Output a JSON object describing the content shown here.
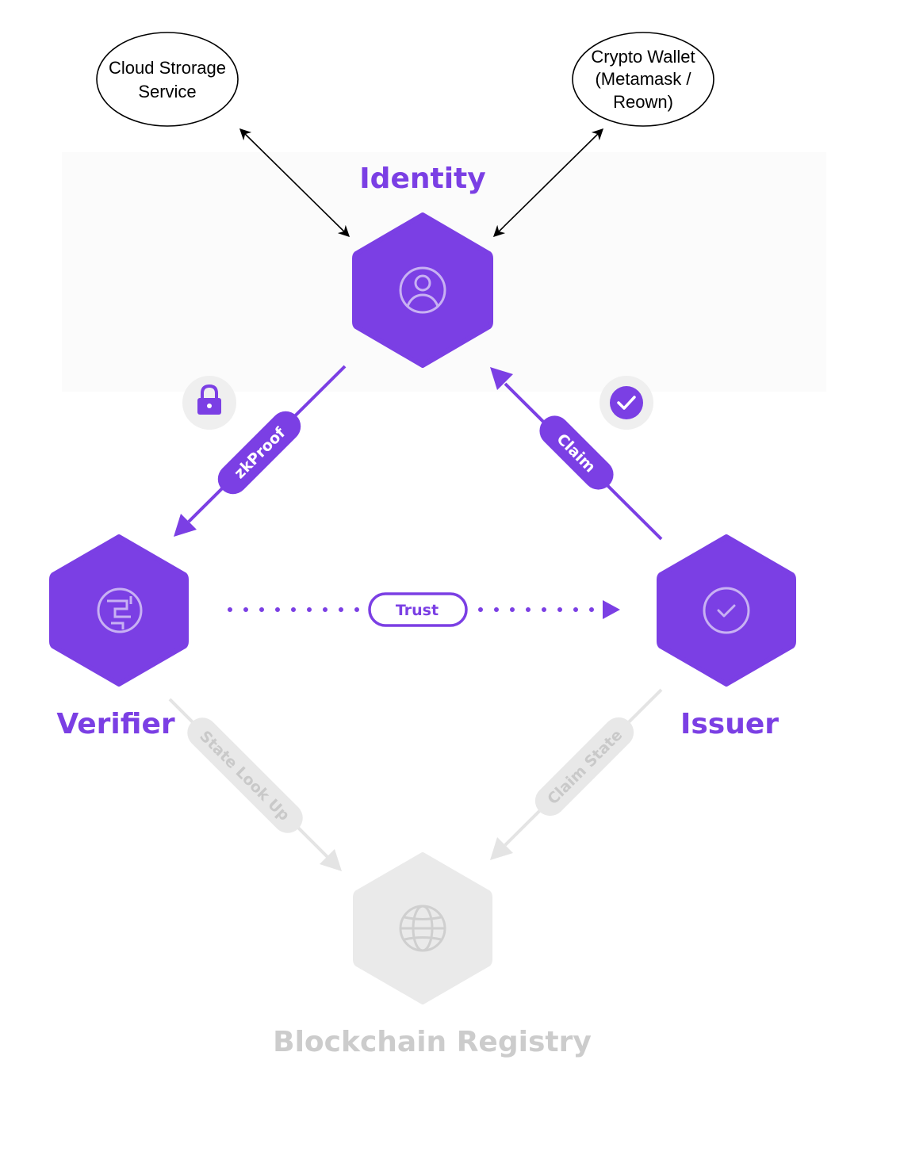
{
  "diagram": {
    "external": {
      "cloud_storage": {
        "line1": "Cloud Strorage",
        "line2": "Service"
      },
      "crypto_wallet": {
        "line1": "Crypto Wallet",
        "line2": "(Metamask /",
        "line3": "Reown)"
      }
    },
    "nodes": {
      "identity": {
        "label": "Identity",
        "icon": "user-circle-icon"
      },
      "verifier": {
        "label": "Verifier",
        "icon": "maze-circle-icon"
      },
      "issuer": {
        "label": "Issuer",
        "icon": "check-circle-icon"
      },
      "registry": {
        "label": "Blockchain Registry",
        "icon": "globe-icon"
      }
    },
    "edges": {
      "zkproof": "zkProof",
      "claim": "Claim",
      "trust": "Trust",
      "state_lookup": "State Look Up",
      "claim_state": "Claim State"
    },
    "badges": {
      "lock": "lock-icon",
      "check": "check-badge-icon"
    },
    "colors": {
      "primary": "#7B3FE4",
      "muted": "#E4E4E4",
      "muted_text": "#C9C9C9",
      "badge_bg": "#EFEFEF"
    }
  }
}
